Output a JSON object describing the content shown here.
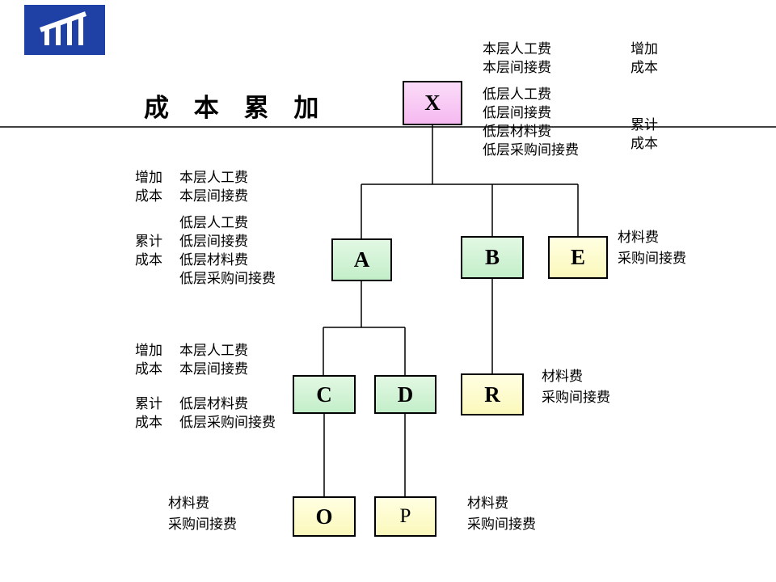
{
  "title": "成 本 累 加",
  "nodes": {
    "x": "X",
    "a": "A",
    "b": "B",
    "e": "E",
    "c": "C",
    "d": "D",
    "r": "R",
    "o": "O",
    "p": "P"
  },
  "annotation_x": {
    "add": [
      "增加",
      "成本"
    ],
    "cum": [
      "累计",
      "成本"
    ],
    "current": [
      "本层人工费",
      "本层间接费"
    ],
    "lower": [
      "低层人工费",
      "低层间接费",
      "低层材料费",
      "低层采购间接费"
    ]
  },
  "annotation_a": {
    "add": [
      "增加",
      "成本"
    ],
    "cum": [
      "累计",
      "成本"
    ],
    "current": [
      "本层人工费",
      "本层间接费"
    ],
    "lower": [
      "低层人工费",
      "低层间接费",
      "低层材料费",
      "低层采购间接费"
    ]
  },
  "annotation_c": {
    "add": [
      "增加",
      "成本"
    ],
    "cum": [
      "累计",
      "成本"
    ],
    "current": [
      "本层人工费",
      "本层间接费"
    ],
    "lower": [
      "低层材料费",
      "低层采购间接费"
    ]
  },
  "materials": {
    "e": [
      "材料费",
      "采购间接费"
    ],
    "r": [
      "材料费",
      "采购间接费"
    ],
    "o": [
      "材料费",
      "采购间接费"
    ],
    "p": [
      "材料费",
      "采购间接费"
    ]
  },
  "colors": {
    "root_node": "#f5b9f0",
    "mid_node": "#c3eec9",
    "leaf_node": "#ffffcc",
    "logo_blue": "#1f41a6",
    "line": "#000000"
  }
}
